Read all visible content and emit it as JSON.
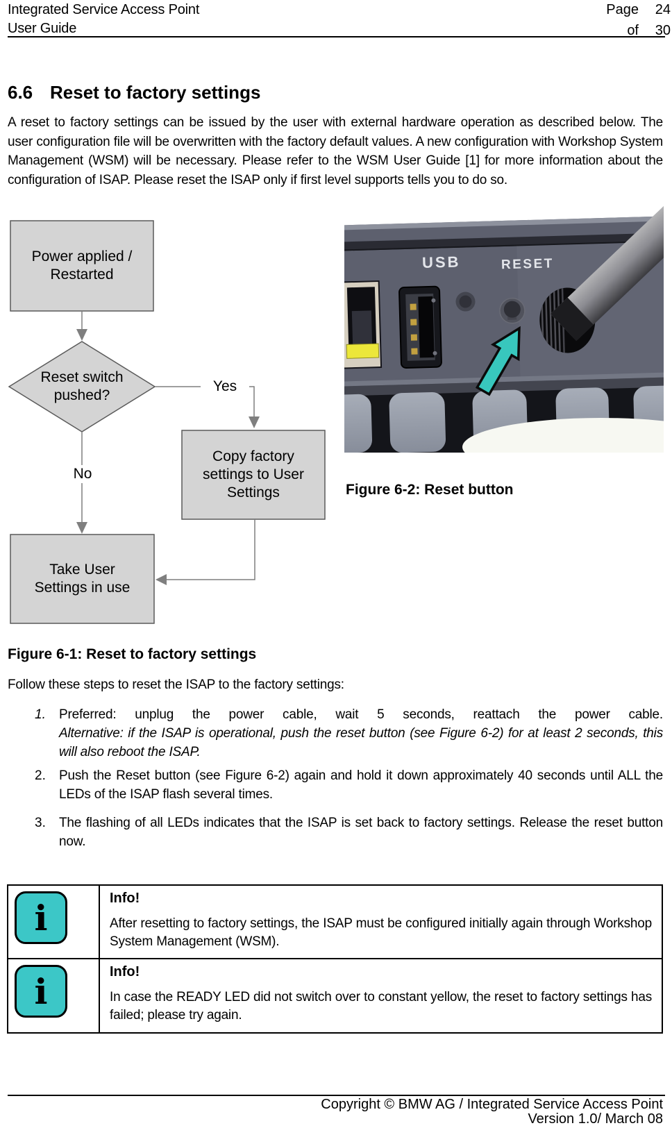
{
  "header": {
    "product": "Integrated Service Access Point",
    "doc": "User Guide",
    "page_label": "Page",
    "page_number": "24",
    "of_label": "of",
    "page_total": "30"
  },
  "section": {
    "number": "6.6",
    "title": "Reset to factory settings",
    "intro": "A reset to factory settings can be issued by the user with external hardware operation as described below. The user configuration file will be overwritten with the factory default values. A new configuration with Workshop System Management (WSM) will be necessary. Please refer to the WSM User Guide [1] for more information about the configuration of ISAP. Please reset the ISAP only if first level supports tells you to do so."
  },
  "flowchart": {
    "start_box": "Power applied /\nRestarted",
    "decision": "Reset switch\npushed?",
    "yes_label": "Yes",
    "no_label": "No",
    "yes_box": "Copy factory\nsettings to User\nSettings",
    "end_box": "Take User\nSettings in use",
    "box_fill": "#d4d4d4",
    "box_border": "#5a5a5a",
    "line_color": "#7f7f7f"
  },
  "photo": {
    "usb_label": "USB",
    "reset_label": "RESET",
    "arrow_color": "#38c7bd",
    "body_color": "#5d606e",
    "port_yellow": "#ece73a"
  },
  "captions": {
    "figure_6_2": "Figure 6-2: Reset button",
    "figure_6_1": "Figure 6-1: Reset to factory settings"
  },
  "steps": {
    "intro": "Follow these steps to reset the ISAP to the factory settings:",
    "items": [
      {
        "number": "1.",
        "text": "Preferred: unplug the power cable, wait 5 seconds, reattach the power cable.",
        "text_italic": "Alternative: if the ISAP is operational, push the reset button (see Figure 6-2) for at least 2 seconds, this will also reboot the ISAP."
      },
      {
        "number": "2.",
        "text": "Push the Reset button (see Figure 6-2) again and hold it down approximately 40 seconds until ALL the LEDs of the ISAP flash several times."
      },
      {
        "number": "3.",
        "text": "The flashing of all LEDs indicates that the ISAP is set back to factory settings. Release the reset button now."
      }
    ]
  },
  "info_boxes": {
    "icon_glyph": "i",
    "icon_color": "#3cc7c7",
    "items": [
      {
        "title": "Info!",
        "body": "After resetting to factory settings, the ISAP must be configured initially again through Workshop System Management (WSM)."
      },
      {
        "title": "Info!",
        "body": "In case the READY LED did not switch over to constant yellow, the reset to factory settings has failed; please try again."
      }
    ]
  },
  "footer": {
    "line1": "Copyright © BMW AG / Integrated Service Access Point",
    "line2": "Version 1.0/ March 08"
  }
}
